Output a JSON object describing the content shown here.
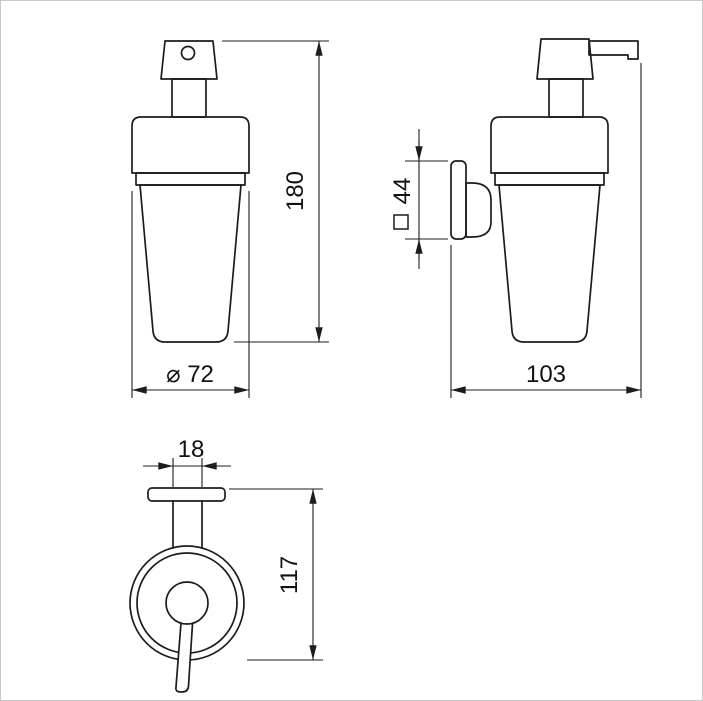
{
  "colors": {
    "background": "#ffffff",
    "line": "#1c1c1c",
    "text": "#111111"
  },
  "dimensions": {
    "front_height": "180",
    "front_diameter": "⌀ 72",
    "mount_size": "44",
    "mount_section_symbol": "□",
    "side_depth": "103",
    "arm_width": "18",
    "bottom_depth": "117"
  }
}
